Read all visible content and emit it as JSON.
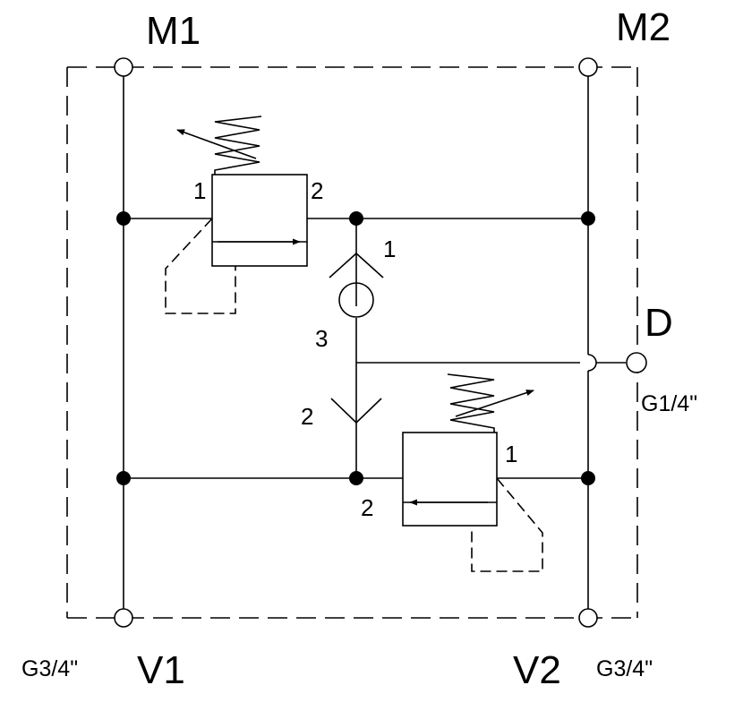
{
  "ports": {
    "m1": "M1",
    "m2": "M2",
    "v1": "V1",
    "v2": "V2",
    "d": "D"
  },
  "threads": {
    "d": "G1/4\"",
    "v1": "G3/4\"",
    "v2": "G3/4\""
  },
  "valve_top": {
    "port_in": "1",
    "port_out": "2"
  },
  "valve_bottom": {
    "port_in": "1",
    "port_out": "2"
  },
  "shuttle": {
    "port_1": "1",
    "port_2": "2",
    "port_3": "3"
  }
}
